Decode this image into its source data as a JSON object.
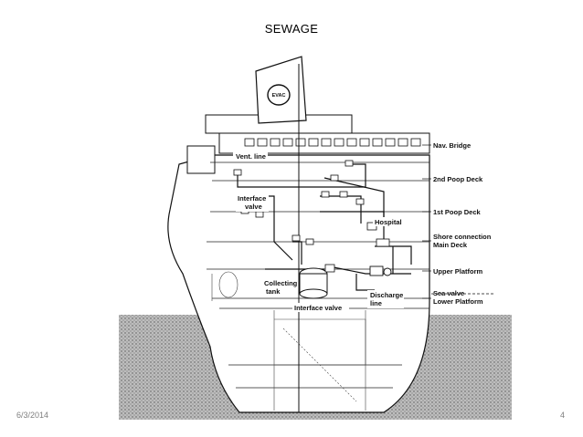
{
  "slide": {
    "title": "SEWAGE",
    "date": "6/3/2014",
    "page_number": "4"
  },
  "diagram": {
    "funnel_logo": "EVAC",
    "deck_labels": [
      "Nav. Bridge",
      "2nd Poop Deck",
      "1st Poop Deck",
      "Shore connection",
      "Main Deck",
      "Upper Platform",
      "Sea valve",
      "Lower Platform"
    ],
    "callouts": {
      "vent_line": "Vent. line",
      "interface_valve_top_1": "Interface",
      "interface_valve_top_2": "valve",
      "hospital": "Hospital",
      "collecting_tank_1": "Collecting",
      "collecting_tank_2": "tank",
      "discharge_line_1": "Discharge",
      "discharge_line_2": "line",
      "interface_valve_bottom": "Interface valve"
    }
  }
}
